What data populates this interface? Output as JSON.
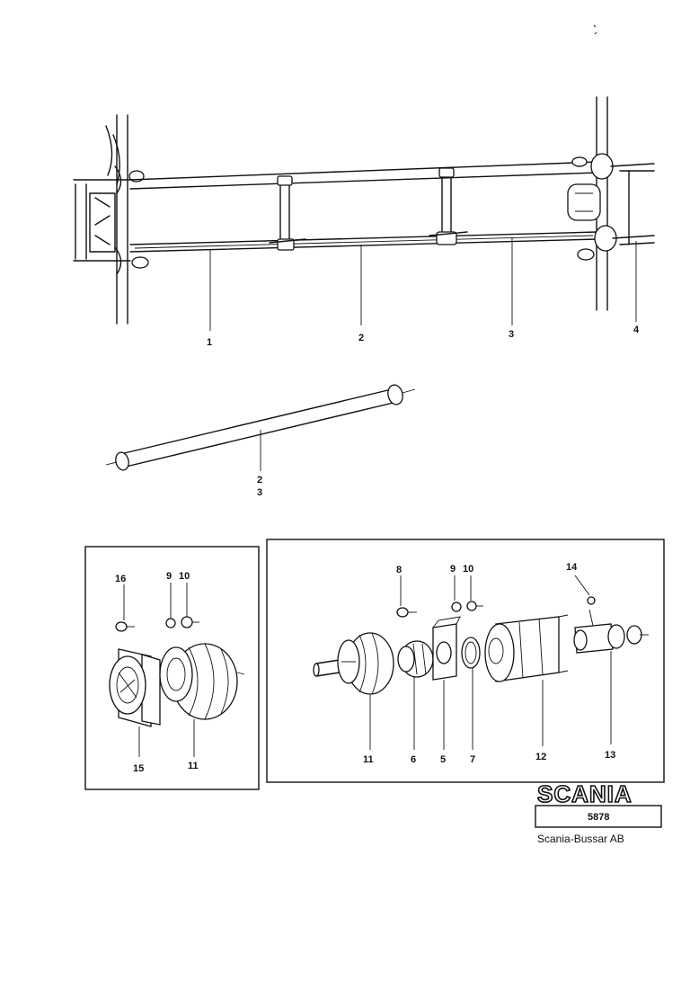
{
  "callouts": {
    "top": [
      "1",
      "2",
      "3",
      "4"
    ],
    "tube": [
      "2",
      "3"
    ],
    "left_box": [
      "16",
      "9",
      "10",
      "15",
      "11"
    ],
    "right_box": [
      "8",
      "9",
      "10",
      "14",
      "11",
      "6",
      "5",
      "7",
      "12",
      "13"
    ]
  },
  "logo": {
    "brand": "SCANIA",
    "drawing_number": "5878",
    "company": "Scania-Bussar AB"
  },
  "colors": {
    "ink": "#111111",
    "paper": "#ffffff"
  }
}
